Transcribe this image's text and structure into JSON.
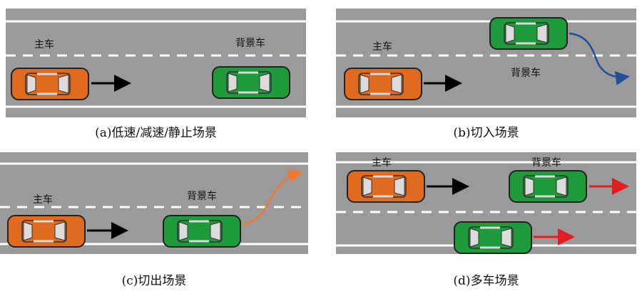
{
  "labels": {
    "host": "主车",
    "background": "背景车"
  },
  "captions": {
    "a": "(a)低速/减速/静止场景",
    "b": "(b)切入场景",
    "c": "(c)切出场景",
    "d": "(d)多车场景"
  },
  "colors": {
    "road": "#9a9a9a",
    "lane_line": "#ffffff",
    "host_car": "#e06a1e",
    "background_car": "#1e9a3a",
    "arrow_black": "#000000",
    "arrow_blue": "#1f4e9a",
    "arrow_orange": "#ef7a2e",
    "arrow_red": "#e41e1e"
  }
}
